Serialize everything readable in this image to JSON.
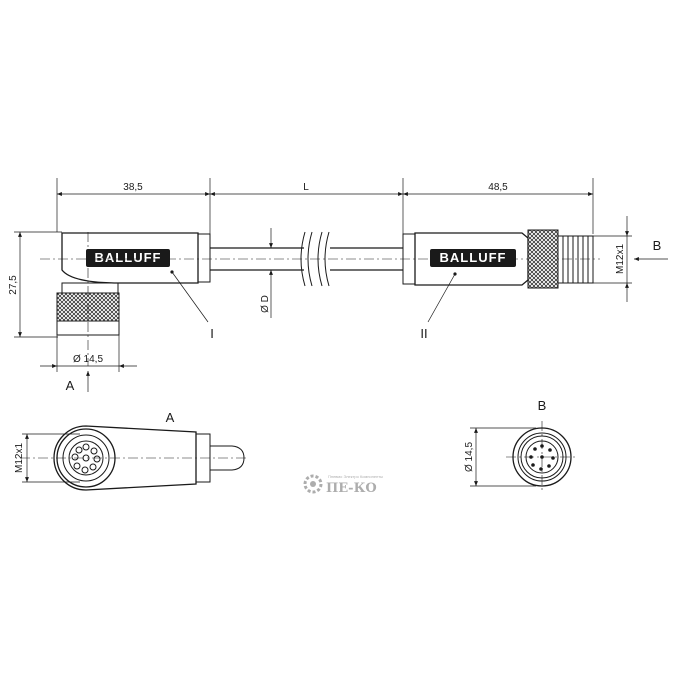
{
  "brand": {
    "logo_text_left": "BALLUFF",
    "logo_text_right": "BALLUFF",
    "accent": "#1a1a1a"
  },
  "dimensions": {
    "length_left": "38,5",
    "length_cable": "L",
    "length_right": "48,5",
    "height_left": "27,5",
    "diameter_left": "Ø 14,5",
    "cable_diameter": "Ø D",
    "thread_right": "M12x1",
    "thread_view_a": "M12x1",
    "diameter_view_b": "Ø 14,5"
  },
  "labels": {
    "part_1": "I",
    "part_2": "II",
    "arrow_a": "A",
    "arrow_b": "B",
    "view_a": "A",
    "view_b": "B"
  },
  "watermark": {
    "text": "ПЕ-КО",
    "subtitle": "Пневмо Электро Компоненты"
  }
}
